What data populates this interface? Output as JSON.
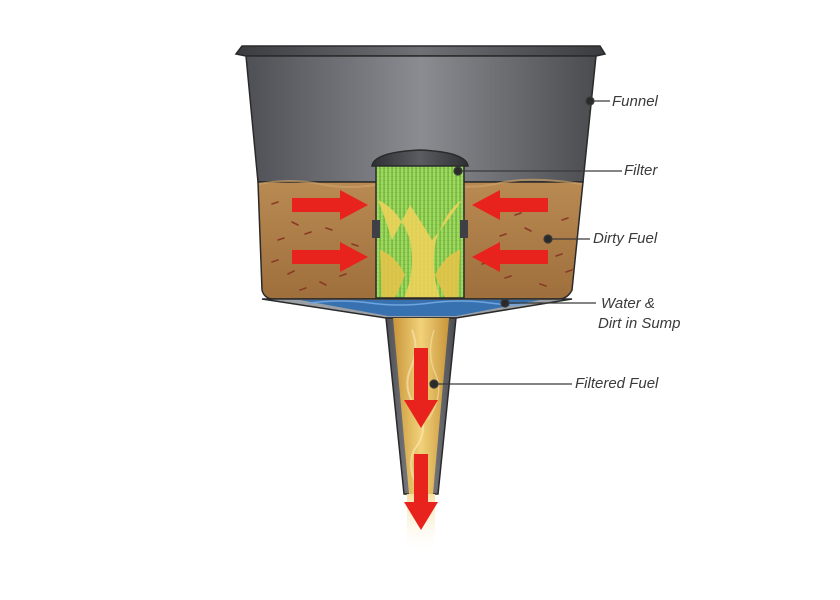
{
  "diagram": {
    "labels": {
      "funnel": "Funnel",
      "filter": "Filter",
      "dirty_fuel": "Dirty Fuel",
      "water_line1": "Water &",
      "water_line2": "Dirt in Sump",
      "filtered_fuel": "Filtered Fuel"
    },
    "icons": {
      "arrow": "flow-arrow-icon",
      "callout_dot": "callout-dot-icon"
    },
    "colors": {
      "funnel_body": "#5e6065",
      "funnel_highlight": "#8a8c91",
      "dirty_fuel": "#a87a45",
      "dirt_specks": "#8a3a26",
      "water": "#2e6cb0",
      "filter_mesh": "#8fcf5a",
      "filter_cap": "#3e4045",
      "filtered_fuel": "#e0b84a",
      "flow_arrow": "#e8221c",
      "outline": "#2a2a2a",
      "label_text": "#3a3a3a"
    }
  }
}
